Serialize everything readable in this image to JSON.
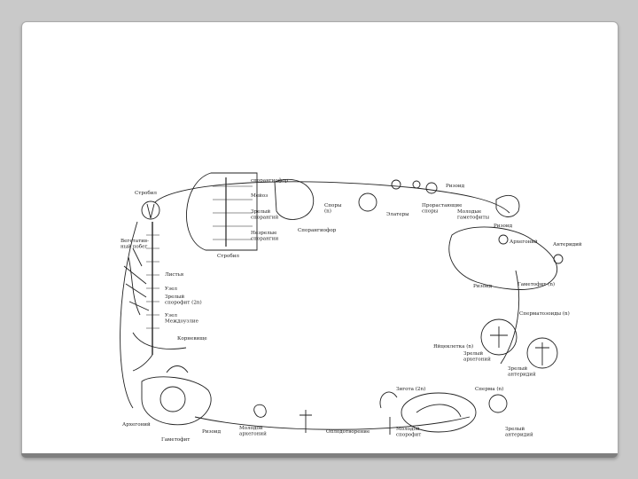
{
  "labels": {
    "strobile_left": "Стробил",
    "vegetative_shoot": "Вегетатив-\nный побег",
    "leaves": "Листья",
    "node": "Узел",
    "sporophyte": "Зрелый\nспорофит (2n)",
    "internode": "Узел\nМеждоузлие",
    "roots": "Корневище",
    "sporangiophore_top": "спорангиофор",
    "meiosis": "Мейоз",
    "mature_sporangia": "Зрелый\nспорангий",
    "young_sporangia": "Незрелые\nспорангии",
    "spores": "Споры\n(n)",
    "sporangiophore": "Спорангиофор",
    "strobile_bottom": "Стробил",
    "elaters": "Элатеры",
    "germinating_spores": "Прорастающие\nспоры",
    "rhizoid_top": "Ризоид",
    "young_gametophytes": "Молодые\nгаметофиты",
    "rhizoid_mid": "Ризоид",
    "archegonium": "Архегоний",
    "antheridium": "Антеридий",
    "rhizoid_low": "Ризоид",
    "gametophyte_n": "Гаметофит (n)",
    "sperm_release": "Сперматозоиды (n)",
    "egg": "Яйцеклетка (n)",
    "mature_archegonium": "Зрелый\nархегоний",
    "mature_antheridium": "Зрелый\nантеридий",
    "sperm_n": "Сперма (n)",
    "embryo": "Зрелый\nантеридий",
    "zygote": "Зигота (2n)",
    "young_sporophyte": "Молодой\nспорофит",
    "fertilization": "Оплодотворение",
    "gametophyte": "Гаметофит",
    "rhizoid_bottom": "Ризоид",
    "archegonia": "Архегоний",
    "embryo_label": "Молодой\nархегоний"
  }
}
